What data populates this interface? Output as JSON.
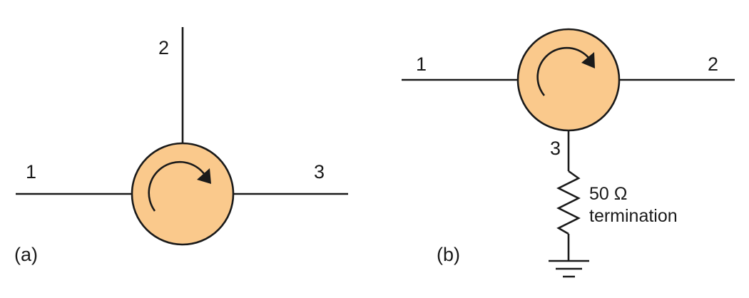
{
  "colors": {
    "circulator_fill": "#FAC98C",
    "line": "#1A1A1A",
    "background": "#FFFFFF"
  },
  "diagram_a": {
    "panel_label": "(a)",
    "ports": {
      "port1": "1",
      "port2": "2",
      "port3": "3"
    },
    "rotation": "clockwise"
  },
  "diagram_b": {
    "panel_label": "(b)",
    "ports": {
      "port1": "1",
      "port2": "2",
      "port3": "3"
    },
    "rotation": "clockwise",
    "termination": {
      "value": "50 Ω",
      "label": "termination"
    },
    "ground_symbol": "ground-icon"
  }
}
